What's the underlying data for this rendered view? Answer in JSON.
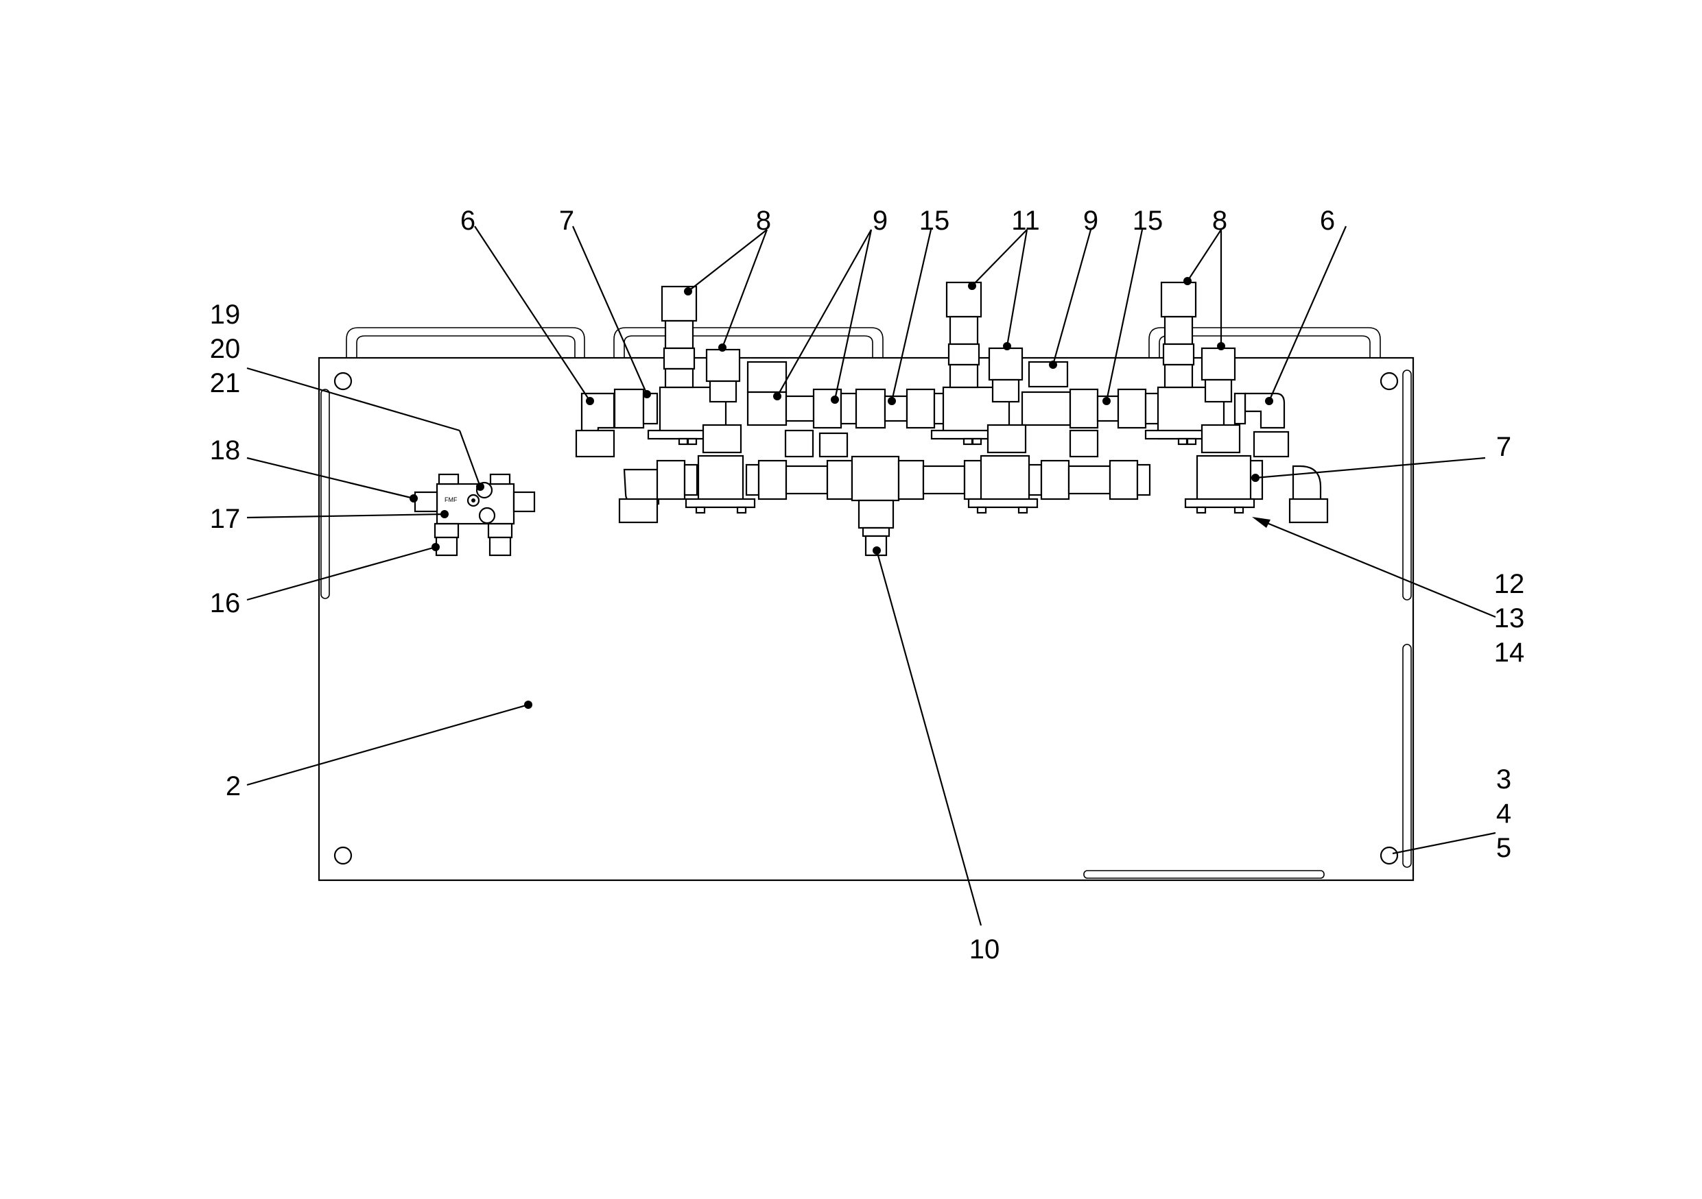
{
  "callouts": {
    "c2": "2",
    "c3": "3",
    "c4": "4",
    "c5": "5",
    "c6a": "6",
    "c6b": "6",
    "c7a": "7",
    "c7b": "7",
    "c8a": "8",
    "c8b": "8",
    "c9a": "9",
    "c9b": "9",
    "c10": "10",
    "c11": "11",
    "c12": "12",
    "c13": "13",
    "c14": "14",
    "c15a": "15",
    "c15b": "15",
    "c16": "16",
    "c17": "17",
    "c18": "18",
    "c19": "19",
    "c20": "20",
    "c21": "21"
  }
}
